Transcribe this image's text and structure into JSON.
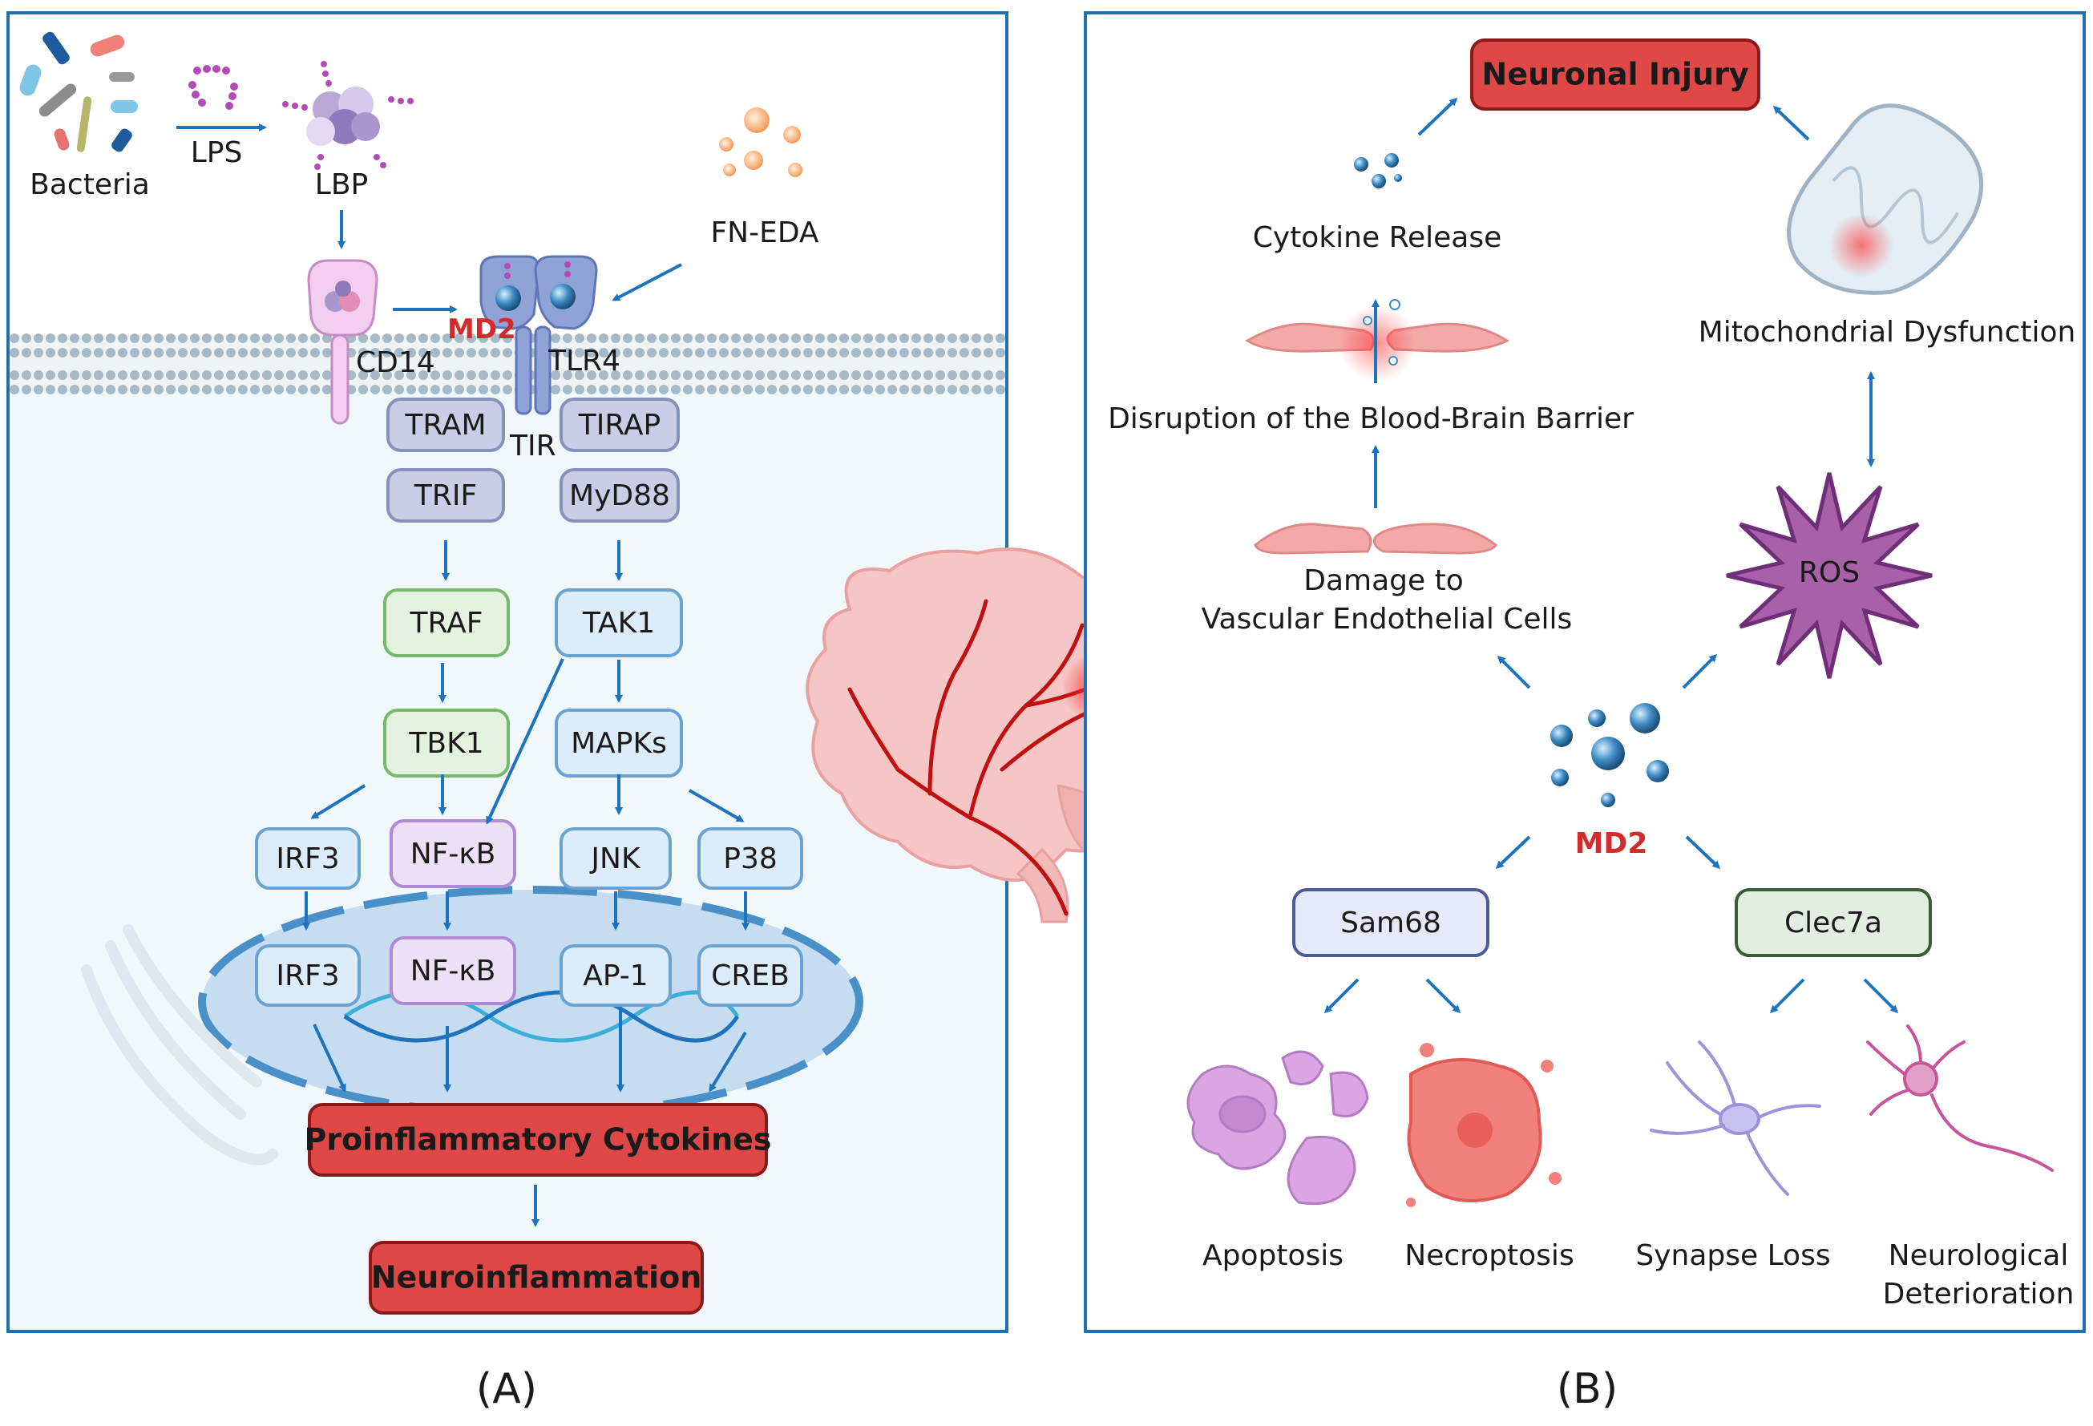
{
  "panel_a": {
    "caption": "(A)",
    "bacteria": "Bacteria",
    "lps": "LPS",
    "lbp": "LBP",
    "fn_eda": "FN-EDA",
    "cd14": "CD14",
    "md2": "MD2",
    "tlr4": "TLR4",
    "tir": "TIR",
    "tram": "TRAM",
    "trif": "TRIF",
    "tirap": "TIRAP",
    "myd88": "MyD88",
    "traf": "TRAF",
    "tbk1": "TBK1",
    "tak1": "TAK1",
    "mapks": "MAPKs",
    "irf3_top": "IRF3",
    "nfkb_top": "NF-κB",
    "jnk": "JNK",
    "p38": "P38",
    "irf3_bottom": "IRF3",
    "nfkb_bottom": "NF-κB",
    "ap1": "AP-1",
    "creb": "CREB",
    "cytokines": "Proinflammatory Cytokines",
    "neuroinflammation": "Neuroinflammation"
  },
  "panel_b": {
    "caption": "(B)",
    "neuronal_injury": "Neuronal Injury",
    "cytokine_release": "Cytokine Release",
    "bbb": "Disruption of the Blood-Brain Barrier",
    "damage_line1": "Damage to",
    "damage_line2": "Vascular Endothelial Cells",
    "mito": "Mitochondrial Dysfunction",
    "ros": "ROS",
    "md2": "MD2",
    "sam68": "Sam68",
    "clec7a": "Clec7a",
    "apoptosis": "Apoptosis",
    "necroptosis": "Necroptosis",
    "synapse_loss": "Synapse Loss",
    "neuro_line1": "Neurological",
    "neuro_line2": "Deterioration"
  },
  "colors": {
    "frame": "#1f6fb2",
    "arrow": "#1e73be",
    "red_box": "#e04848",
    "md2_red": "#d42a2a",
    "grey_box": "#c9cde6",
    "green_box": "#e3f3df",
    "blue_box": "#dcecfa",
    "purple_box": "#ece0f7",
    "nucleus": "#c6dcf0",
    "cell_bg": "#f1f8fc"
  }
}
